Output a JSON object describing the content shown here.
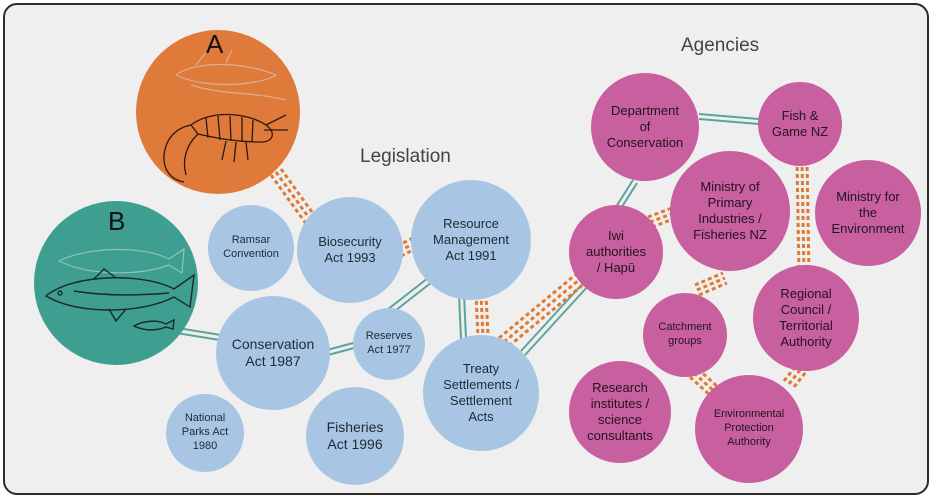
{
  "group_labels": {
    "legislation": "Legislation",
    "agencies": "Agencies"
  },
  "panels": {
    "a": "A",
    "b": "B"
  },
  "legislation": {
    "ramsar": "Ramsar\nConvention",
    "biosecurity": "Biosecurity\nAct 1993",
    "rma": "Resource\nManagement\nAct 1991",
    "conservation": "Conservation\nAct 1987",
    "reserves": "Reserves\nAct 1977",
    "treaty": "Treaty\nSettlements /\nSettlement\nActs",
    "national_parks": "National\nParks Act\n1980",
    "fisheries": "Fisheries\nAct 1996"
  },
  "agencies": {
    "doc": "Department\nof\nConservation",
    "fish_game": "Fish &\nGame NZ",
    "mpi": "Ministry of\nPrimary\nIndustries /\nFisheries NZ",
    "mfe": "Ministry for\nthe\nEnvironment",
    "iwi": "Iwi\nauthorities\n/ Hapū",
    "regional": "Regional\nCouncil /\nTerritorial\nAuthority",
    "catchment": "Catchment\ngroups",
    "research": "Research\ninstitutes /\nscience\nconsultants",
    "epa": "Environmental\nProtection\nAuthority"
  },
  "colors": {
    "legislation": "#a8c6e3",
    "agency": "#c8609f",
    "panel_a": "#df7a3b",
    "panel_b": "#3e9e8f",
    "link_teal": "#5aa49b",
    "link_orange": "#e07a30"
  }
}
